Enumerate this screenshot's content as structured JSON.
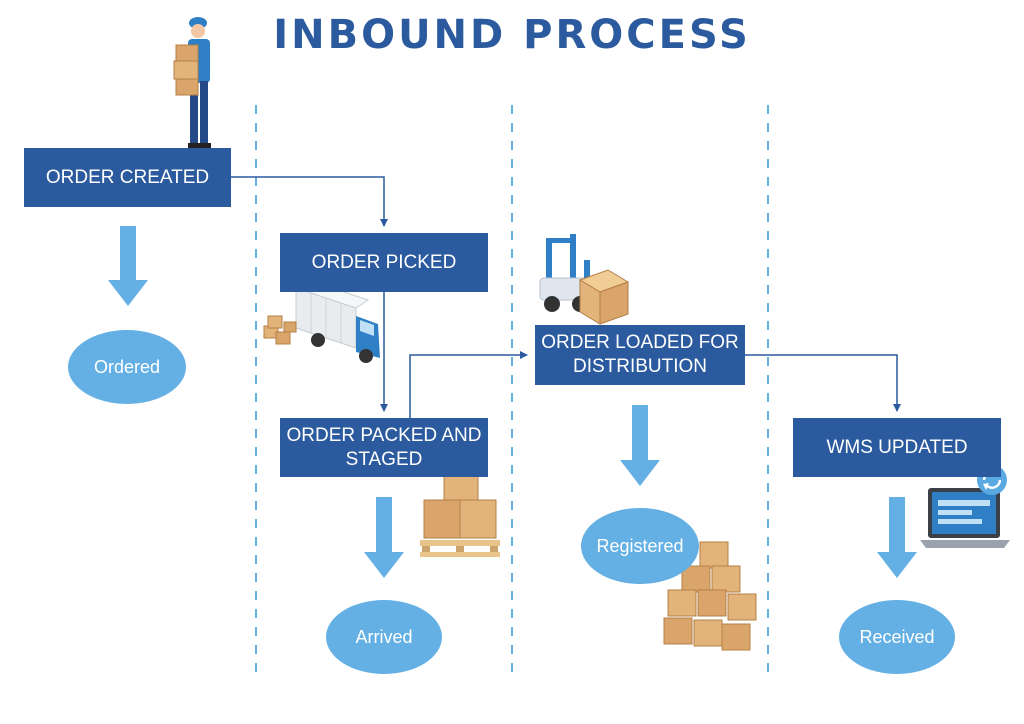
{
  "title": "INBOUND PROCESS",
  "colors": {
    "box": "#2b5a9e",
    "oval": "#64b0e4",
    "arrow": "#64b0e4",
    "connector": "#2b5a9e",
    "divider": "#64b0e4"
  },
  "steps": [
    {
      "label": "ORDER CREATED",
      "status": "Ordered",
      "icon": "worker-carrying-boxes-icon"
    },
    {
      "label": "ORDER PICKED",
      "icon": "delivery-truck-icon"
    },
    {
      "label": "ORDER PACKED AND STAGED",
      "status": "Arrived",
      "icon": "pallet-boxes-icon"
    },
    {
      "label": "ORDER LOADED FOR DISTRIBUTION",
      "status": "Registered",
      "icon": "forklift-icon"
    },
    {
      "label": "WMS UPDATED",
      "status": "Received",
      "icon": "laptop-sync-icon"
    }
  ]
}
